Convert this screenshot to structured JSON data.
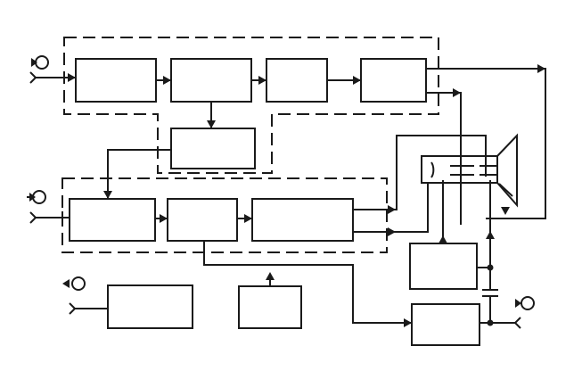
{
  "diagram": {
    "colors": {
      "line": "#1a1a1a",
      "fill": "#ffffff",
      "background": "#ffffff"
    },
    "blocks": [
      "block-a1",
      "block-a2",
      "block-a3",
      "block-a4",
      "block-mid",
      "block-b1",
      "block-b2",
      "block-b3",
      "block-power-upper",
      "block-power-lower",
      "block-bottom-left",
      "block-bottom-mid"
    ],
    "symbols": [
      "antenna-input-1",
      "antenna-input-2",
      "antenna-output",
      "speaker-output",
      "crt-tube",
      "capacitor"
    ]
  }
}
